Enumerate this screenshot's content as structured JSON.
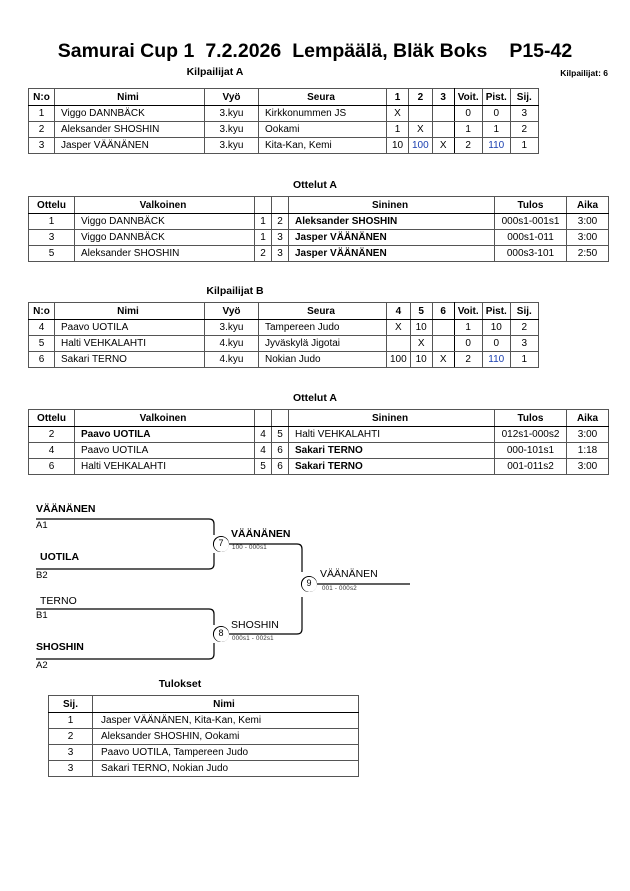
{
  "header": {
    "event": "Samurai Cup 1",
    "date": "7.2.2026",
    "venue": "Lempäälä, Bläk Boks",
    "category": "P15-42",
    "pool_label": "Kilpailijat A",
    "competitor_count": "Kilpailijat: 6"
  },
  "pool_a": {
    "caption": "Kilpailijat A",
    "columns": [
      "N:o",
      "Nimi",
      "Vyö",
      "Seura",
      "1",
      "2",
      "3",
      "Voit.",
      "Pist.",
      "Sij."
    ],
    "rows": [
      {
        "no": "1",
        "nimi": "Viggo DANNBÄCK",
        "vyo": "3.kyu",
        "seura": "Kirkkonummen JS",
        "m1": "X",
        "m2": "",
        "m3": "",
        "voit": "0",
        "pist": "0",
        "sij": "3"
      },
      {
        "no": "2",
        "nimi": "Aleksander SHOSHIN",
        "vyo": "3.kyu",
        "seura": "Ookami",
        "m1": "1",
        "m2": "X",
        "m3": "",
        "voit": "1",
        "pist": "1",
        "sij": "2"
      },
      {
        "no": "3",
        "nimi": "Jasper VÄÄNÄNEN",
        "vyo": "3.kyu",
        "seura": "Kita-Kan, Kemi",
        "m1": "10",
        "m2": "100",
        "m3": "X",
        "voit": "2",
        "pist": "110",
        "sij": "1"
      }
    ]
  },
  "matches_a": {
    "caption": "Ottelut A",
    "columns": [
      "Ottelu",
      "Valkoinen",
      "",
      "",
      "Sininen",
      "Tulos",
      "Aika"
    ],
    "rows": [
      {
        "ottelu": "1",
        "white": "Viggo DANNBÄCK",
        "n1": "1",
        "n2": "2",
        "blue": "Aleksander SHOSHIN",
        "tulos": "000s1-001s1",
        "aika": "3:00",
        "winner": "blue"
      },
      {
        "ottelu": "3",
        "white": "Viggo DANNBÄCK",
        "n1": "1",
        "n2": "3",
        "blue": "Jasper VÄÄNÄNEN",
        "tulos": "000s1-011",
        "aika": "3:00",
        "winner": "blue"
      },
      {
        "ottelu": "5",
        "white": "Aleksander SHOSHIN",
        "n1": "2",
        "n2": "3",
        "blue": "Jasper VÄÄNÄNEN",
        "tulos": "000s3-101",
        "aika": "2:50",
        "winner": "blue"
      }
    ]
  },
  "pool_b": {
    "caption": "Kilpailijat B",
    "columns": [
      "N:o",
      "Nimi",
      "Vyö",
      "Seura",
      "4",
      "5",
      "6",
      "Voit.",
      "Pist.",
      "Sij."
    ],
    "rows": [
      {
        "no": "4",
        "nimi": "Paavo UOTILA",
        "vyo": "3.kyu",
        "seura": "Tampereen Judo",
        "m1": "X",
        "m2": "10",
        "m3": "",
        "voit": "1",
        "pist": "10",
        "sij": "2"
      },
      {
        "no": "5",
        "nimi": "Halti VEHKALAHTI",
        "vyo": "4.kyu",
        "seura": "Jyväskylä Jigotai",
        "m1": "",
        "m2": "X",
        "m3": "",
        "voit": "0",
        "pist": "0",
        "sij": "3"
      },
      {
        "no": "6",
        "nimi": "Sakari TERNO",
        "vyo": "4.kyu",
        "seura": "Nokian Judo",
        "m1": "100",
        "m2": "10",
        "m3": "X",
        "voit": "2",
        "pist": "110",
        "sij": "1"
      }
    ]
  },
  "matches_b": {
    "caption": "Ottelut A",
    "columns": [
      "Ottelu",
      "Valkoinen",
      "",
      "",
      "Sininen",
      "Tulos",
      "Aika"
    ],
    "rows": [
      {
        "ottelu": "2",
        "white": "Paavo UOTILA",
        "n1": "4",
        "n2": "5",
        "blue": "Halti VEHKALAHTI",
        "tulos": "012s1-000s2",
        "aika": "3:00",
        "winner": "white"
      },
      {
        "ottelu": "4",
        "white": "Paavo UOTILA",
        "n1": "4",
        "n2": "6",
        "blue": "Sakari TERNO",
        "tulos": "000-101s1",
        "aika": "1:18",
        "winner": "blue"
      },
      {
        "ottelu": "6",
        "white": "Halti VEHKALAHTI",
        "n1": "5",
        "n2": "6",
        "blue": "Sakari TERNO",
        "tulos": "001-011s2",
        "aika": "3:00",
        "winner": "blue"
      }
    ]
  },
  "bracket": {
    "entries": [
      {
        "name": "VÄÄNÄNEN",
        "seed": "A1"
      },
      {
        "name": "UOTILA",
        "seed": "B2"
      },
      {
        "name": "TERNO",
        "seed": "B1"
      },
      {
        "name": "SHOSHIN",
        "seed": "A2"
      }
    ],
    "semis": [
      {
        "num": "7",
        "winner": "VÄÄNÄNEN",
        "score": "100 - 000s1"
      },
      {
        "num": "8",
        "winner": "SHOSHIN",
        "score": "000s1 - 002s1"
      }
    ],
    "final": {
      "num": "9",
      "winner": "VÄÄNÄNEN",
      "score": "001 - 000s2"
    }
  },
  "results": {
    "caption": "Tulokset",
    "columns": [
      "Sij.",
      "Nimi"
    ],
    "rows": [
      {
        "sij": "1",
        "nimi": "Jasper VÄÄNÄNEN, Kita-Kan, Kemi"
      },
      {
        "sij": "2",
        "nimi": "Aleksander SHOSHIN, Ookami"
      },
      {
        "sij": "3",
        "nimi": "Paavo UOTILA, Tampereen Judo"
      },
      {
        "sij": "3",
        "nimi": "Sakari TERNO, Nokian Judo"
      }
    ]
  }
}
